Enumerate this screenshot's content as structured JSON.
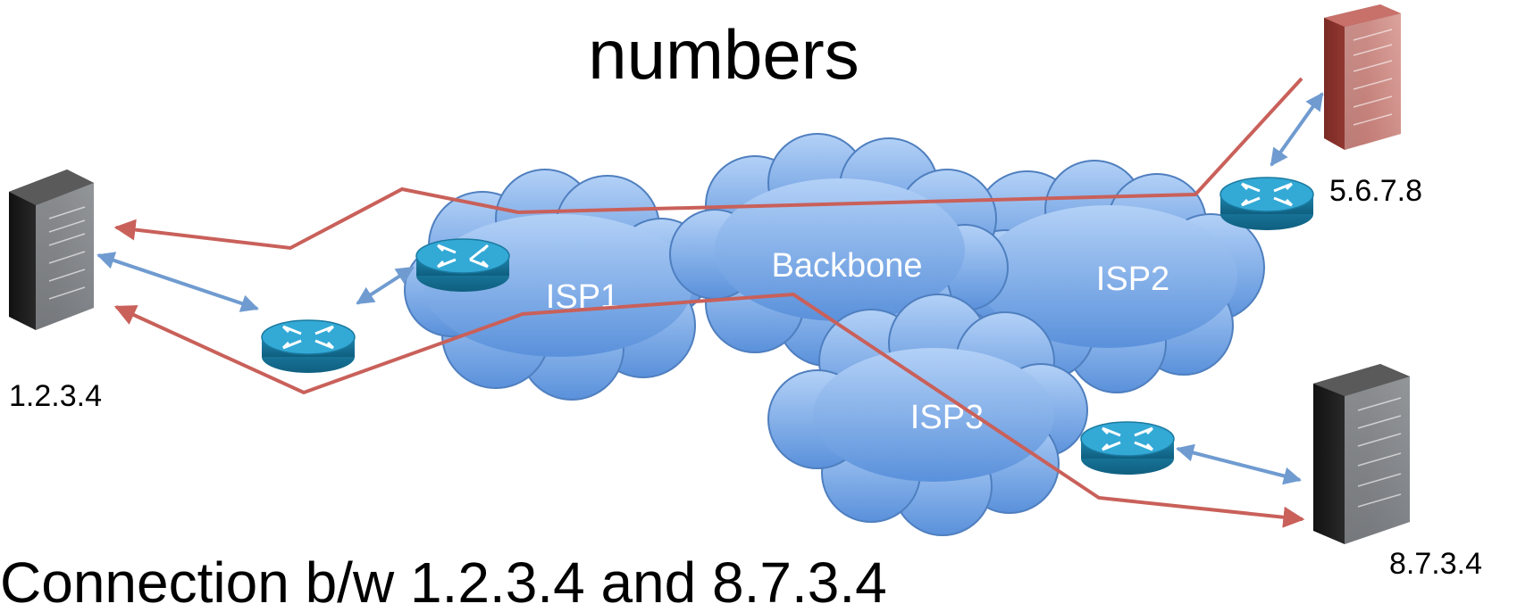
{
  "title": "numbers",
  "caption": "Connection b/w 1.2.3.4 and 8.7.3.4",
  "clouds": {
    "backbone": "Backbone",
    "isp1": "ISP1",
    "isp2": "ISP2",
    "isp3": "ISP3"
  },
  "hosts": {
    "left": "1.2.3.4",
    "top_right": "5.6.7.8",
    "bottom_right": "8.7.3.4"
  },
  "colors": {
    "cloud_fill_top": "#a9c9f5",
    "cloud_fill_bottom": "#5f95dd",
    "cloud_stroke": "#4f7fbf",
    "route": "#c9605a",
    "link": "#6f9bd0",
    "router": "#2a9cc4",
    "server_dark": "#2b2b2b",
    "server_red": "#a8443d"
  },
  "icons": {
    "server": "server-tower-icon",
    "router": "router-icon",
    "cloud": "network-cloud-icon"
  }
}
